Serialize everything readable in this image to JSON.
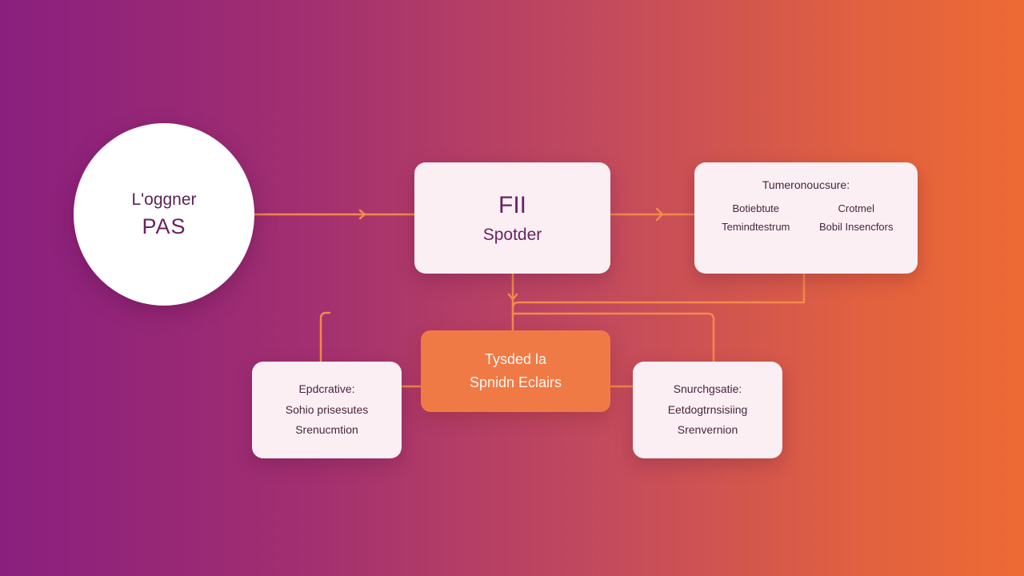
{
  "nodes": {
    "circle": {
      "line1": "L'oggner",
      "line2": "PAS"
    },
    "center": {
      "title": "FII",
      "subtitle": "Spotder"
    },
    "right": {
      "heading": "Tumeronoucsure:",
      "cells": [
        "Botiebtute",
        "Crotmel",
        "Temindtestrum",
        "Bobil Insencfors"
      ]
    },
    "orange": {
      "line1": "Tysded la",
      "line2": "Spnidn Eclairs"
    },
    "bottom_left": {
      "line1": "Epdcrative:",
      "line2": "Sohio prisesutes",
      "line3": "Srenucmtion"
    },
    "bottom_right": {
      "line1": "Snurchgsatie:",
      "line2": "Eetdogtrnsisiing",
      "line3": "Srenvernion"
    }
  },
  "colors": {
    "connector": "#f28a4a",
    "card_background": "#fbeff3",
    "accent_orange": "#f07a45",
    "text_purple": "#6a2260"
  }
}
